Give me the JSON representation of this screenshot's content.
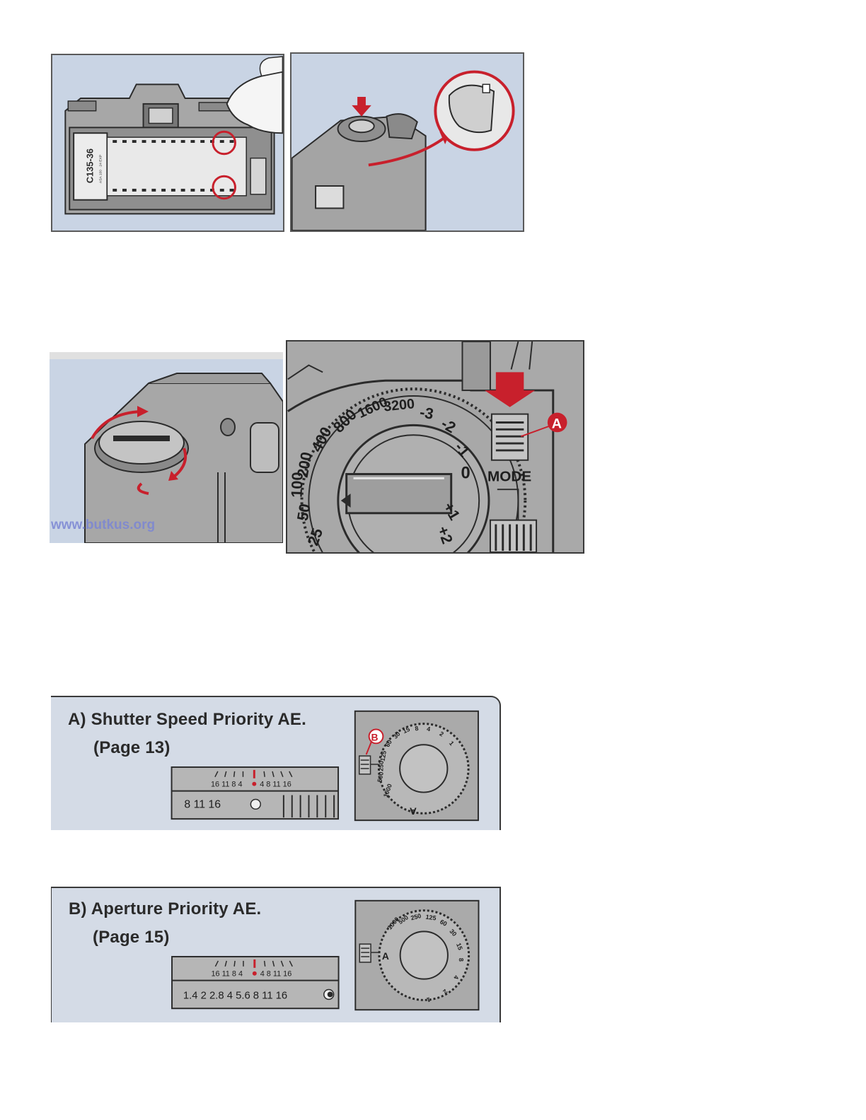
{
  "figure1": {
    "cartridge_label": "C135-36",
    "cartridge_small_text": "ASA 100 · 24 EXP"
  },
  "figure4": {
    "film_speeds": [
      "25",
      "50",
      "100",
      "200",
      "400",
      "800",
      "1600",
      "3200"
    ],
    "exposure_comp": [
      "-3",
      "-2",
      "-1",
      "0",
      "+1",
      "+2"
    ],
    "callout_letter": "A",
    "mode_label": "MODE"
  },
  "figure3": {
    "watermark": "www.butkus.org"
  },
  "section_a": {
    "title": "A) Shutter Speed Priority AE.",
    "page_ref": "(Page 13)",
    "scale_top": "16 11 8 4",
    "scale_top_right": "4 8 11 16",
    "scale_bottom": "8 11 16",
    "callout_letter": "B",
    "dial_labels": [
      "1000",
      "500",
      "250",
      "125",
      "60",
      "30",
      "15",
      "8",
      "4",
      "2",
      "1",
      "A"
    ]
  },
  "section_b": {
    "title": "B) Aperture Priority AE.",
    "page_ref": "(Page 15)",
    "scale_top": "16 11 8 4",
    "scale_top_right": "4 8 11 16",
    "scale_bottom": "1.4 2 2.8 4 5.6 8 11 16",
    "dial_labels": [
      "1000",
      "500",
      "250",
      "125",
      "60",
      "30",
      "15",
      "8",
      "4",
      "2",
      "1",
      "A"
    ]
  },
  "colors": {
    "accent_red": "#c8202c",
    "panel_blue": "#c9d4e4",
    "panel_grey": "#a9a9a9",
    "line_dark": "#2b2b2b"
  }
}
